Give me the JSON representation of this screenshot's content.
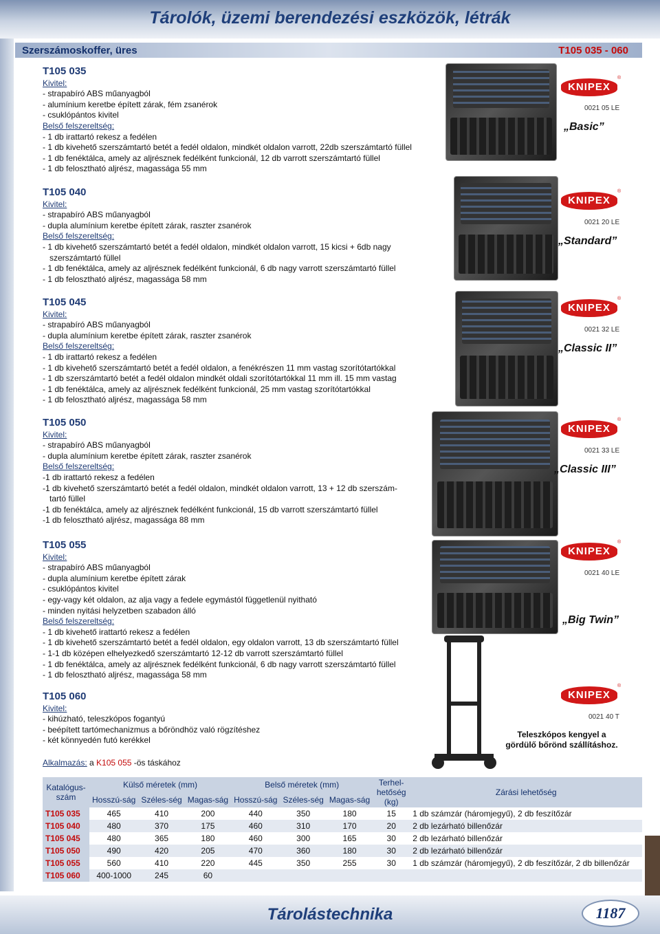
{
  "header": {
    "title": "Tárolók, üzemi berendezési eszközök, létrák"
  },
  "subheader": {
    "left": "Szerszámoskoffer, üres",
    "right": "T105 035 - 060"
  },
  "products": [
    {
      "code": "T105 035",
      "label_kivitel": "Kivitel:",
      "kivitel": [
        "- strapabíró ABS műanyagból",
        "- alumínium keretbe épített zárak, fém zsanérok",
        "- csuklópántos kivitel"
      ],
      "label_belso": "Belső felszereltség:",
      "belso": [
        "- 1 db irattartó rekesz a fedélen",
        "- 1 db kivehető szerszámtartó betét a fedél oldalon, mindkét oldalon varrott, 22db szerszámtartó füllel",
        "- 1 db fenéktálca, amely az aljrésznek fedélként funkcionál, 12 db varrott szerszámtartó füllel",
        "- 1 db felosztható aljrész, magassága 55 mm"
      ],
      "brand": {
        "logo": "KNIPEX",
        "code": "0021 05 LE",
        "model": "„Basic”"
      }
    },
    {
      "code": "T105 040",
      "label_kivitel": "Kivitel:",
      "kivitel": [
        "- strapabíró ABS műanyagból",
        "- dupla alumínium keretbe épített zárak, raszter zsanérok"
      ],
      "label_belso": "Belső felszereltség:",
      "belso": [
        "- 1 db kivehető szerszámtartó betét a fedél oldalon, mindkét oldalon varrott,  15 kicsi + 6db nagy",
        "  szerszámtartó füllel",
        "- 1 db fenéktálca, amely az aljrésznek fedélként funkcionál, 6 db nagy varrott szerszámtartó füllel",
        "- 1 db felosztható aljrész, magassága 58 mm"
      ],
      "brand": {
        "logo": "KNIPEX",
        "code": "0021 20 LE",
        "model": "„Standard”"
      }
    },
    {
      "code": "T105 045",
      "label_kivitel": "Kivitel:",
      "kivitel": [
        "- strapabíró ABS műanyagból",
        "- dupla alumínium keretbe épített zárak, raszter zsanérok"
      ],
      "label_belso": "Belső felszereltség:",
      "belso": [
        "- 1 db irattartó rekesz a fedélen",
        "- 1 db kivehető szerszámtartó betét a fedél oldalon, a fenékrészen 11 mm vastag szorítótartókkal",
        "- 1 db szerszámtartó betét a fedél oldalon mindkét oldali szorítótartókkal 11 mm ill. 15 mm vastag",
        "- 1 db fenéktálca, amely az aljrésznek fedélként funkcionál, 25 mm vastag szorítótartókkal",
        "- 1 db felosztható aljrész, magassága 58 mm"
      ],
      "brand": {
        "logo": "KNIPEX",
        "code": "0021 32 LE",
        "model": "„Classic II”"
      }
    },
    {
      "code": "T105 050",
      "label_kivitel": "Kivitel:",
      "kivitel": [
        "- strapabíró ABS műanyagból",
        "- dupla alumínium keretbe épített zárak, raszter zsanérok"
      ],
      "label_belso": "Belső felszereltség:",
      "belso": [
        "-1 db irattartó rekesz a fedélen",
        "-1 db kivehető szerszámtartó betét a fedél oldalon, mindkét oldalon varrott,  13 + 12 db szerszám-",
        "  tartó füllel",
        "-1 db fenéktálca, amely az aljrésznek fedélként funkcionál, 15 db varrott szerszámtartó füllel",
        "-1 db felosztható aljrész, magassága 88 mm"
      ],
      "brand": {
        "logo": "KNIPEX",
        "code": "0021 33 LE",
        "model": "„Classic III”"
      }
    },
    {
      "code": "T105 055",
      "label_kivitel": "Kivitel:",
      "kivitel": [
        "- strapabíró ABS műanyagból",
        "- dupla alumínium keretbe épített zárak",
        "- csuklópántos kivitel",
        "- egy-vagy két oldalon, az alja vagy a fedele egymástól függetlenül nyitható",
        "- minden nyitási helyzetben szabadon álló"
      ],
      "label_belso": "Belső felszereltség:",
      "belso": [
        "- 1 db kivehető irattartó rekesz a fedélen",
        "- 1 db kivehető szerszámtartó betét a fedél oldalon, egy oldalon varrott, 13 db szerszámtartó füllel",
        "- 1-1 db középen elhelyezkedő szerszámtartó 12-12 db varrott szerszámtartó füllel",
        "- 1 db fenéktálca, amely az aljrésznek fedélként funkcionál, 6 db nagy varrott szerszámtartó füllel",
        "- 1 db felosztható aljrész, magassága 58 mm"
      ],
      "brand": {
        "logo": "KNIPEX",
        "code": "0021 40 LE",
        "model": "„Big Twin”"
      }
    },
    {
      "code": "T105 060",
      "label_kivitel": "Kivitel:",
      "kivitel": [
        "- kihúzható, teleszkópos fogantyú",
        "- beépített tartómechanizmus a bőröndhöz való rögzítéshez",
        "- két könnyedén futó kerékkel"
      ],
      "brand": {
        "logo": "KNIPEX",
        "code": "0021 40 T",
        "model": ""
      }
    }
  ],
  "teleszkopos": [
    "Teleszkópos kengyel a",
    "gördülő bőrönd szállításhoz."
  ],
  "note": {
    "label": "Alkalmazás:",
    "pre": " a ",
    "ref": "K105 055",
    "post": " -ös táskához"
  },
  "table": {
    "headers": {
      "katalogus": "Katalógus-szám",
      "kulso": "Külső méretek (mm)",
      "belso": "Belső méretek (mm)",
      "terhelhetoseg": "Terhel-hetőség (kg)",
      "zaras": "Zárási lehetőség",
      "hossz": "Hosszú-ság",
      "szeles": "Széles-ség",
      "magas": "Magas-ság"
    },
    "rows": [
      [
        "T105 035",
        "465",
        "410",
        "200",
        "440",
        "350",
        "180",
        "15",
        "1 db számzár (háromjegyű), 2 db feszítőzár"
      ],
      [
        "T105 040",
        "480",
        "370",
        "175",
        "460",
        "310",
        "170",
        "20",
        "2 db lezárható billenőzár"
      ],
      [
        "T105 045",
        "480",
        "365",
        "180",
        "460",
        "300",
        "165",
        "30",
        "2 db lezárható billenőzár"
      ],
      [
        "T105 050",
        "490",
        "420",
        "205",
        "470",
        "360",
        "180",
        "30",
        "2 db lezárható billenőzár"
      ],
      [
        "T105 055",
        "560",
        "410",
        "220",
        "445",
        "350",
        "255",
        "30",
        "1 db számzár (háromjegyű), 2 db feszítőzár, 2 db billenőzár"
      ],
      [
        "T105 060",
        "400-1000",
        "245",
        "60",
        "",
        "",
        "",
        "",
        ""
      ]
    ]
  },
  "footer": {
    "title": "Tárolástechnika",
    "page": "1187"
  }
}
